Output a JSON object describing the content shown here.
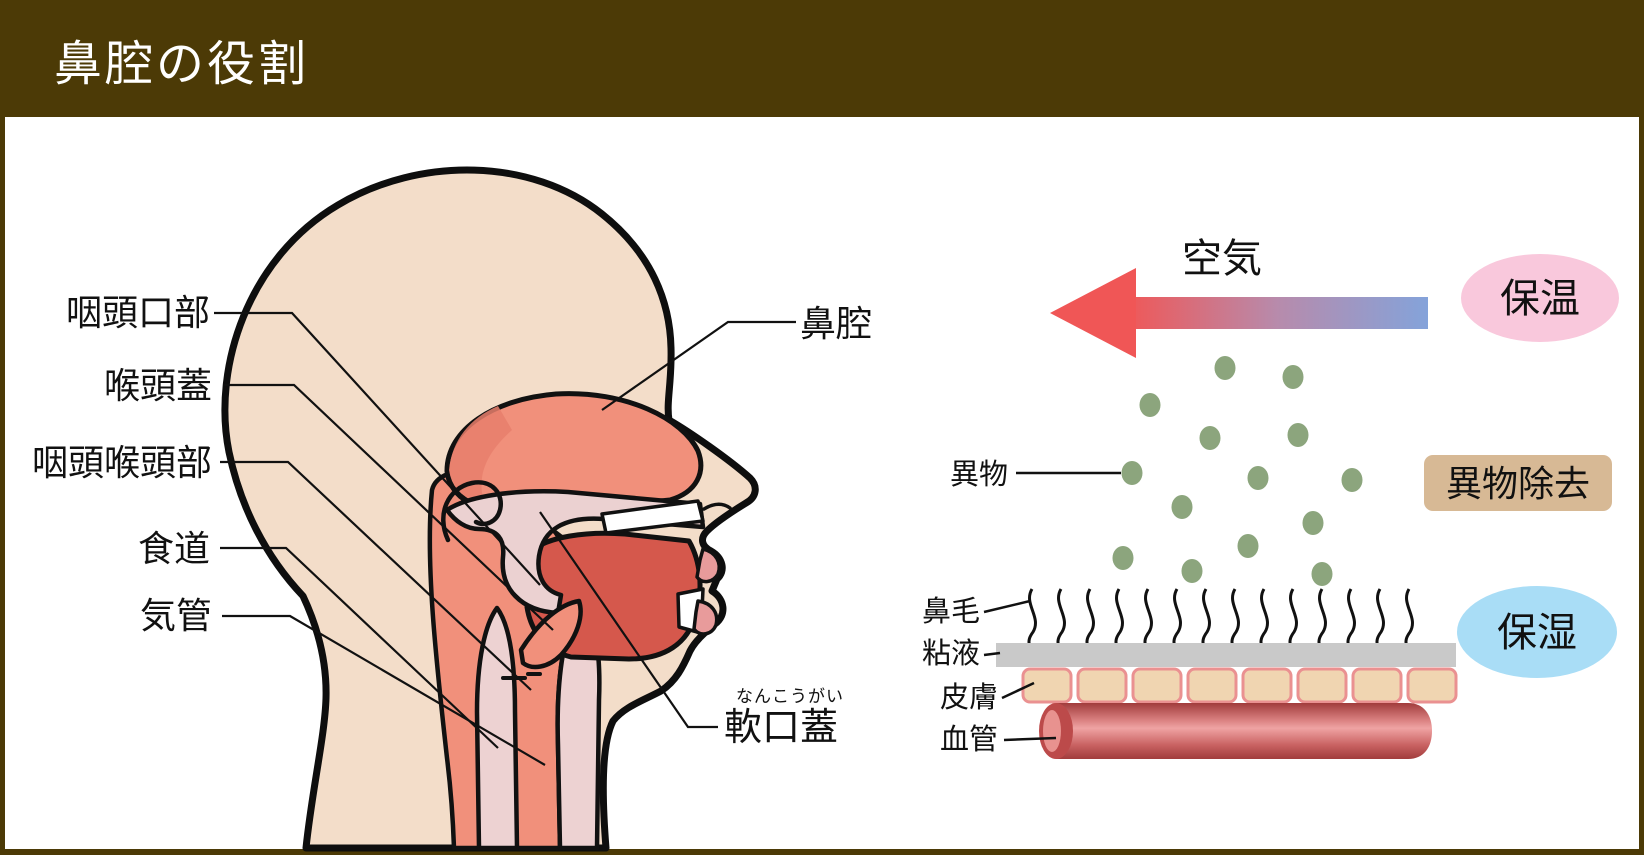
{
  "header": {
    "title": "鼻腔の役割"
  },
  "head_diagram": {
    "labels": {
      "pharynx_oral": "咽頭口部",
      "epiglottis": "喉頭蓋",
      "pharynx_laryngeal": "咽頭喉頭部",
      "esophagus": "食道",
      "trachea": "気管",
      "nasal_cavity": "鼻腔",
      "soft_palate": "軟口蓋",
      "soft_palate_furigana": "なんこうがい"
    }
  },
  "flow_diagram": {
    "air_label": "空気",
    "warming_badge": "保温",
    "foreign_matter_label": "異物",
    "foreign_removal_badge": "異物除去",
    "nasal_hair_label": "鼻毛",
    "mucus_label": "粘液",
    "skin_label": "皮膚",
    "blood_vessel_label": "血管",
    "moisturizing_badge": "保湿"
  },
  "colors": {
    "frame_brown": "#4c3a06",
    "skin": "#f3ddc9",
    "salmon": "#f1907b",
    "tongue_red": "#d5584c",
    "palate_pink": "#ebd1d1",
    "warming_pink": "#f9c8dc",
    "moisturizing_blue": "#a9ddf6",
    "removal_tan": "#d7b995",
    "particle_green": "#8ca57d",
    "mucus_gray": "#c9c9c9",
    "skin_cell": "#f0d5b1",
    "arrow_red": "#ef5858",
    "arrow_blue": "#84a3da",
    "vessel_red": "#bc4a4a"
  }
}
